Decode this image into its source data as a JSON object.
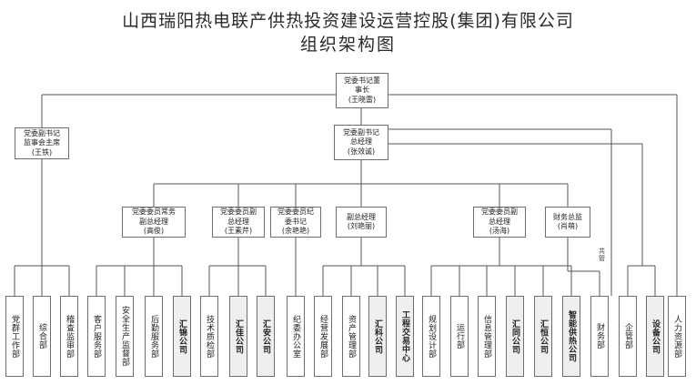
{
  "title": {
    "line1": "山西瑞阳热电联产供热投资建设运营控股(集团)有限公司",
    "line2": "组织架构图"
  },
  "shared_label": "共管",
  "leaders": [
    {
      "id": "chair",
      "lines": [
        "党委书记董",
        "事长",
        "(王晓雷)"
      ]
    },
    {
      "id": "supervisor",
      "lines": [
        "党委副书记",
        "监事会主席",
        "(王铁)"
      ]
    },
    {
      "id": "gm",
      "lines": [
        "党委副书记",
        "总经理",
        "(张效诚)"
      ]
    },
    {
      "id": "vp-gao",
      "lines": [
        "党委委员常务",
        "副总经理",
        "(高俊)"
      ]
    },
    {
      "id": "vp-wang",
      "lines": [
        "党委委员副",
        "总经理",
        "(王素芹)"
      ]
    },
    {
      "id": "discipline",
      "lines": [
        "党委委员纪",
        "委书记",
        "(余艳艳)"
      ]
    },
    {
      "id": "vp-liu",
      "lines": [
        "副总经理",
        "(刘艳丽)"
      ]
    },
    {
      "id": "vp-tang",
      "lines": [
        "党委委员副",
        "总经理",
        "(汤海)"
      ]
    },
    {
      "id": "cfo",
      "lines": [
        "财务总监",
        "(肖萌)"
      ]
    }
  ],
  "departments": [
    {
      "label": "党群工作部",
      "sub": false
    },
    {
      "label": "综合部",
      "sub": false
    },
    {
      "label": "稽查监审部",
      "sub": false
    },
    {
      "label": "客户服务部",
      "sub": false
    },
    {
      "label": "安全生产监督部",
      "sub": false
    },
    {
      "label": "后勤服务部",
      "sub": false
    },
    {
      "label": "汇锦公司",
      "sub": true
    },
    {
      "label": "技术质检部",
      "sub": false
    },
    {
      "label": "汇佳公司",
      "sub": true
    },
    {
      "label": "汇安公司",
      "sub": true
    },
    {
      "label": "纪委办公室",
      "sub": false
    },
    {
      "label": "经营发展部",
      "sub": false
    },
    {
      "label": "资产管理部",
      "sub": false
    },
    {
      "label": "汇科公司",
      "sub": true
    },
    {
      "label": "工程交易中心",
      "sub": true
    },
    {
      "label": "规划设计部",
      "sub": false
    },
    {
      "label": "运行部",
      "sub": false
    },
    {
      "label": "信息管理部",
      "sub": false
    },
    {
      "label": "汇同公司",
      "sub": true
    },
    {
      "label": "汇恒公司",
      "sub": true
    },
    {
      "label": "智能供热公司",
      "sub": true
    },
    {
      "label": "财务部",
      "sub": false
    },
    {
      "label": "企管部",
      "sub": false
    },
    {
      "label": "设备公司",
      "sub": true
    },
    {
      "label": "人力资源部",
      "sub": false
    }
  ]
}
